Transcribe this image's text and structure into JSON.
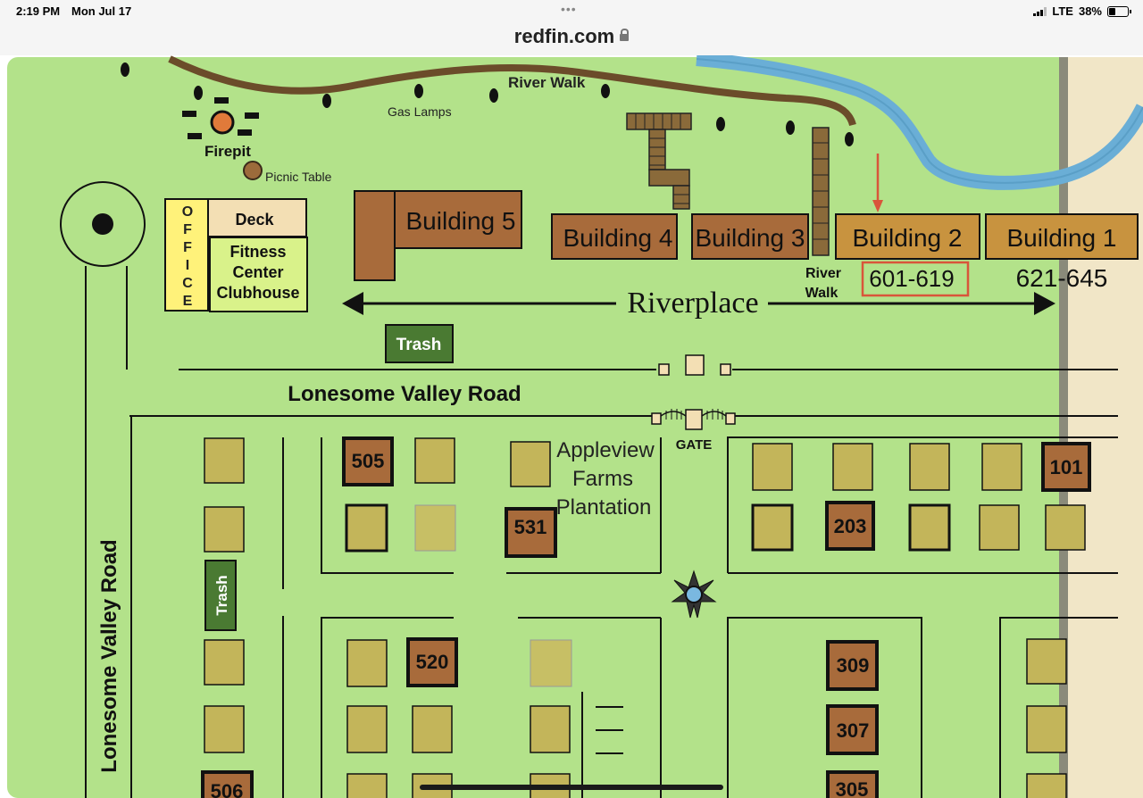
{
  "status": {
    "time": "2:19 PM",
    "date": "Mon Jul 17",
    "network": "LTE",
    "battery": "38%"
  },
  "browser": {
    "url": "redfin.com",
    "lock_icon": "lock-icon"
  },
  "map": {
    "labels": {
      "river_walk_top": "River Walk",
      "gas_lamps": "Gas Lamps",
      "firepit": "Firepit",
      "picnic_table": "Picnic Table",
      "deck": "Deck",
      "office": [
        "O",
        "F",
        "F",
        "I",
        "C",
        "E"
      ],
      "fitness_center": [
        "Fitness",
        "Center",
        "Clubhouse"
      ],
      "river_walk_small": [
        "River",
        "Walk"
      ],
      "riverplace": "Riverplace",
      "trash_top": "Trash",
      "trash_side": "Trash",
      "road_horizontal": "Lonesome Valley Road",
      "road_vertical": "Lonesome Valley Road",
      "gate": "GATE",
      "appleview": [
        "Appleview",
        "Farms",
        "Plantation"
      ]
    },
    "buildings": {
      "b5": "Building 5",
      "b4": "Building 4",
      "b3": "Building 3",
      "b2": "Building 2",
      "b1": "Building 1",
      "b2_units": "601-619",
      "b1_units": "621-645"
    },
    "lots": [
      "505",
      "531",
      "101",
      "203",
      "520",
      "309",
      "307",
      "305",
      "506"
    ],
    "colors": {
      "grass": "#b3e28a",
      "building": "#a86b3b",
      "building_light": "#c8933f",
      "lot": "#c3b55a",
      "river": "#6aaed6",
      "path": "#6b4c2a",
      "trash": "#4a7a32",
      "highlight": "#d9553a"
    }
  }
}
